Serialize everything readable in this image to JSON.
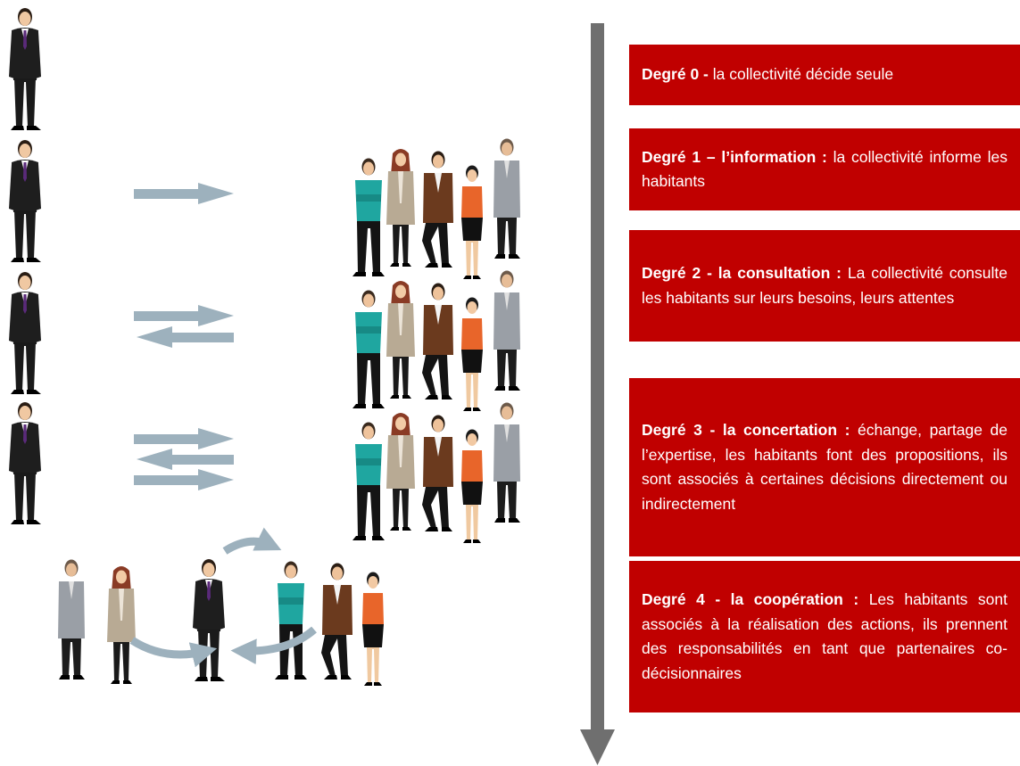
{
  "colors": {
    "box_background": "#c00000",
    "box_text": "#ffffff",
    "flow_arrow": "#9db1bd",
    "scale_arrow": "#6f6f6f"
  },
  "degrees": [
    {
      "title": "Degré 0 -",
      "text": " la collectivité décide seule"
    },
    {
      "title": "Degré 1 – l’information :",
      "text": " la collectivité informe les habitants"
    },
    {
      "title": "Degré 2 - la consultation :",
      "text": " La collectivité consulte les  habitants sur leurs besoins, leurs attentes"
    },
    {
      "title": "Degré 3 - la concertation :",
      "text": " échange, partage de l’expertise, les habitants font des propositions,  ils sont associés à certaines décisions directement ou indirectement"
    },
    {
      "title": "Degré 4 - la coopération :",
      "text": " Les habitants sont associés à la réalisation des actions, ils prennent des responsabilités en tant que partenaires co-décisionnaires"
    }
  ],
  "illustration": {
    "rows": [
      {
        "level": 0,
        "arrows": 0
      },
      {
        "level": 1,
        "arrows": 1
      },
      {
        "level": 2,
        "arrows": 2
      },
      {
        "level": 3,
        "arrows": 3
      },
      {
        "level": 4,
        "arrows": "circular"
      }
    ]
  }
}
